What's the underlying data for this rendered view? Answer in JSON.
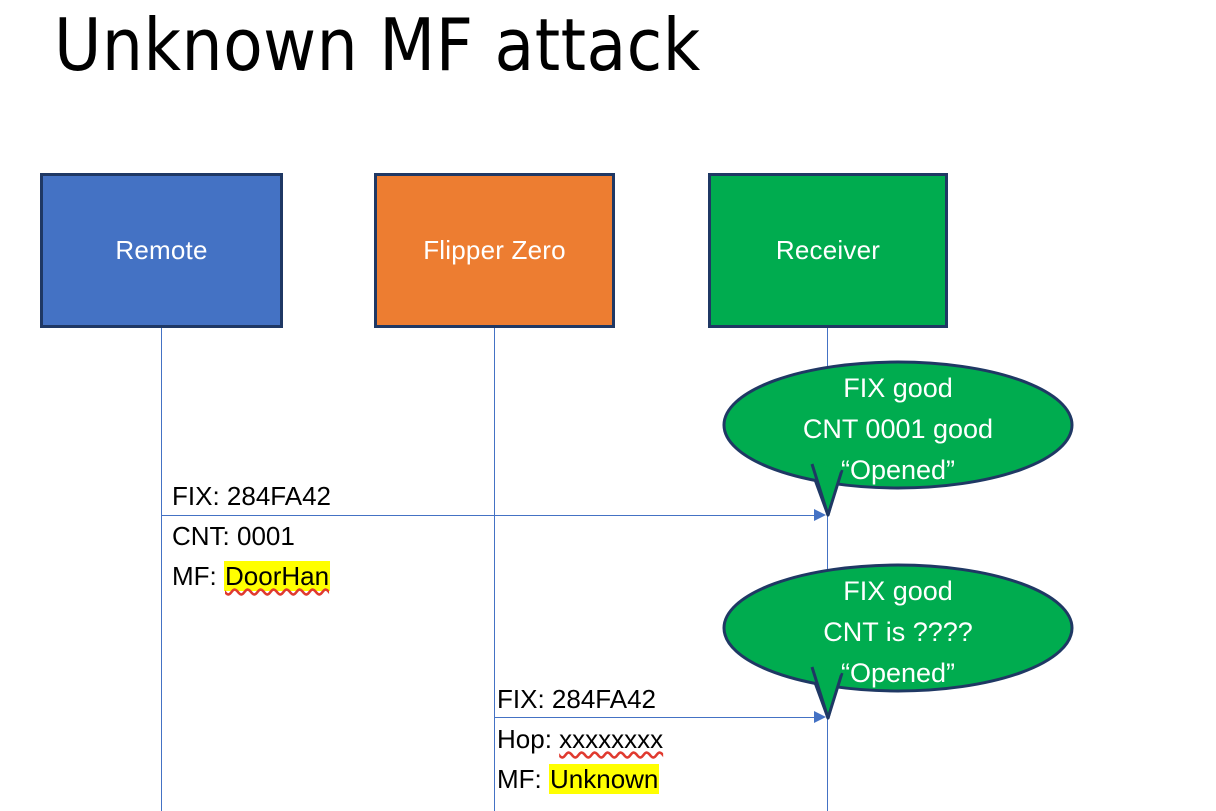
{
  "slide": {
    "title": "Unknown MF attack",
    "background": "#ffffff"
  },
  "colors": {
    "remote_fill": "#4472C4",
    "flipper_fill": "#ED7D31",
    "receiver_fill": "#00AC4F",
    "box_border": "#1F3864",
    "lifeline": "#4472C4",
    "arrow": "#4472C4",
    "bubble_fill": "#00AC4F",
    "bubble_border": "#1F3864",
    "highlight": "#FFFF00",
    "spellcheck_underline": "#E03A2F",
    "text_dark": "#000000",
    "text_light": "#ffffff"
  },
  "actors": [
    {
      "id": "remote",
      "label": "Remote"
    },
    {
      "id": "flipper",
      "label": "Flipper Zero"
    },
    {
      "id": "receiver",
      "label": "Receiver"
    }
  ],
  "messages": [
    {
      "id": "msg1",
      "from": "remote",
      "to": "receiver",
      "lines": [
        {
          "label": "FIX: ",
          "value": "284FA42",
          "highlight": false,
          "spellcheck_error": false
        },
        {
          "label": "CNT: ",
          "value": "0001",
          "highlight": false,
          "spellcheck_error": false
        },
        {
          "label": "MF: ",
          "value": "DoorHan",
          "highlight": true,
          "spellcheck_error": true
        }
      ]
    },
    {
      "id": "msg2",
      "from": "flipper",
      "to": "receiver",
      "lines": [
        {
          "label": "FIX: ",
          "value": "284FA42",
          "highlight": false,
          "spellcheck_error": false
        },
        {
          "label": "Hop: ",
          "value": "xxxxxxxx",
          "highlight": false,
          "spellcheck_error": true
        },
        {
          "label": "MF: ",
          "value": "Unknown",
          "highlight": true,
          "spellcheck_error": false
        }
      ]
    }
  ],
  "bubbles": [
    {
      "id": "bubble1",
      "owner": "receiver",
      "lines": [
        "FIX good",
        "CNT 0001 good",
        "“Opened”"
      ]
    },
    {
      "id": "bubble2",
      "owner": "receiver",
      "lines": [
        "FIX good",
        "CNT is ????",
        "“Opened”"
      ]
    }
  ]
}
